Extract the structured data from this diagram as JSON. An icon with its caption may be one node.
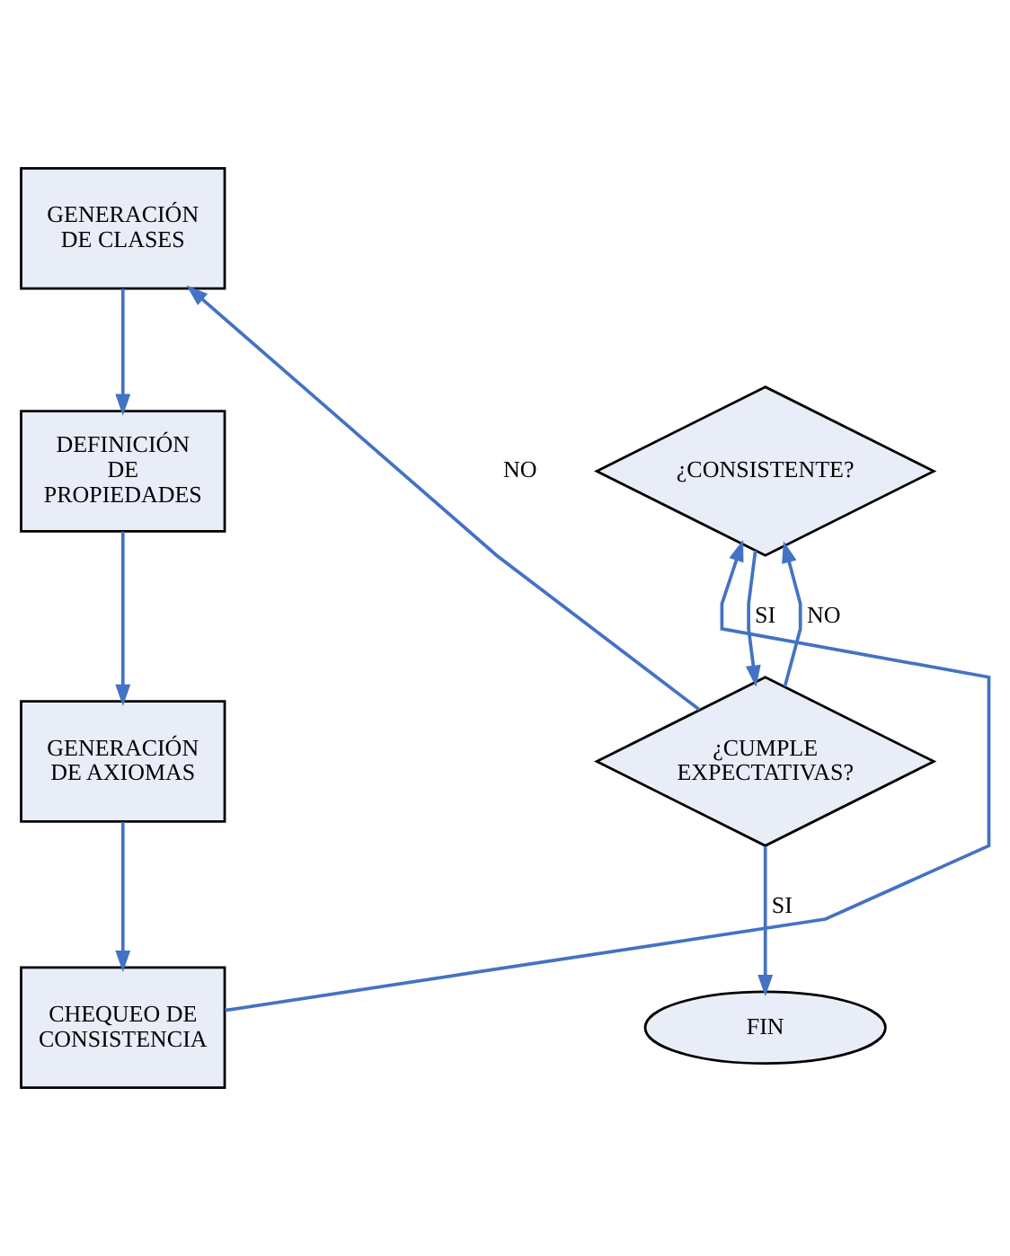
{
  "diagram": {
    "nodes": [
      {
        "text": [
          "GENERACIÓN DE CLASES"
        ]
      },
      {
        "text": [
          "DEFINICIÓN DE PROPIEDADES"
        ]
      },
      {
        "text": [
          "GENERACIÓN DE AXIOMAS"
        ]
      },
      {
        "text": [
          "CHEQUEO DE CONSISTENCIA"
        ]
      },
      {
        "text": [
          "¿CONSISTENTE?"
        ]
      },
      {
        "text": [
          "¿CUMPLE EXPECTATIVAS?"
        ]
      },
      {
        "text": [
          "FIN"
        ]
      }
    ],
    "edges": [
      {
        "from": 0,
        "to": 1,
        "arrow": "to"
      },
      {
        "from": 1,
        "to": 2,
        "arrow": "to"
      },
      {
        "from": 2,
        "to": 3,
        "arrow": "to"
      },
      {
        "from": 3,
        "to": 4,
        "arrow": "to"
      },
      {
        "from": 4,
        "to": 5,
        "arrow": "to",
        "label": "SI"
      },
      {
        "from": 5,
        "to": 6,
        "arrow": "to",
        "label": "SI"
      },
      {
        "from": 5,
        "to": 0,
        "arrow": "to",
        "label": "NO"
      },
      {
        "from": 5,
        "to": 4,
        "arrow": "to",
        "label": "NO"
      }
    ]
  }
}
